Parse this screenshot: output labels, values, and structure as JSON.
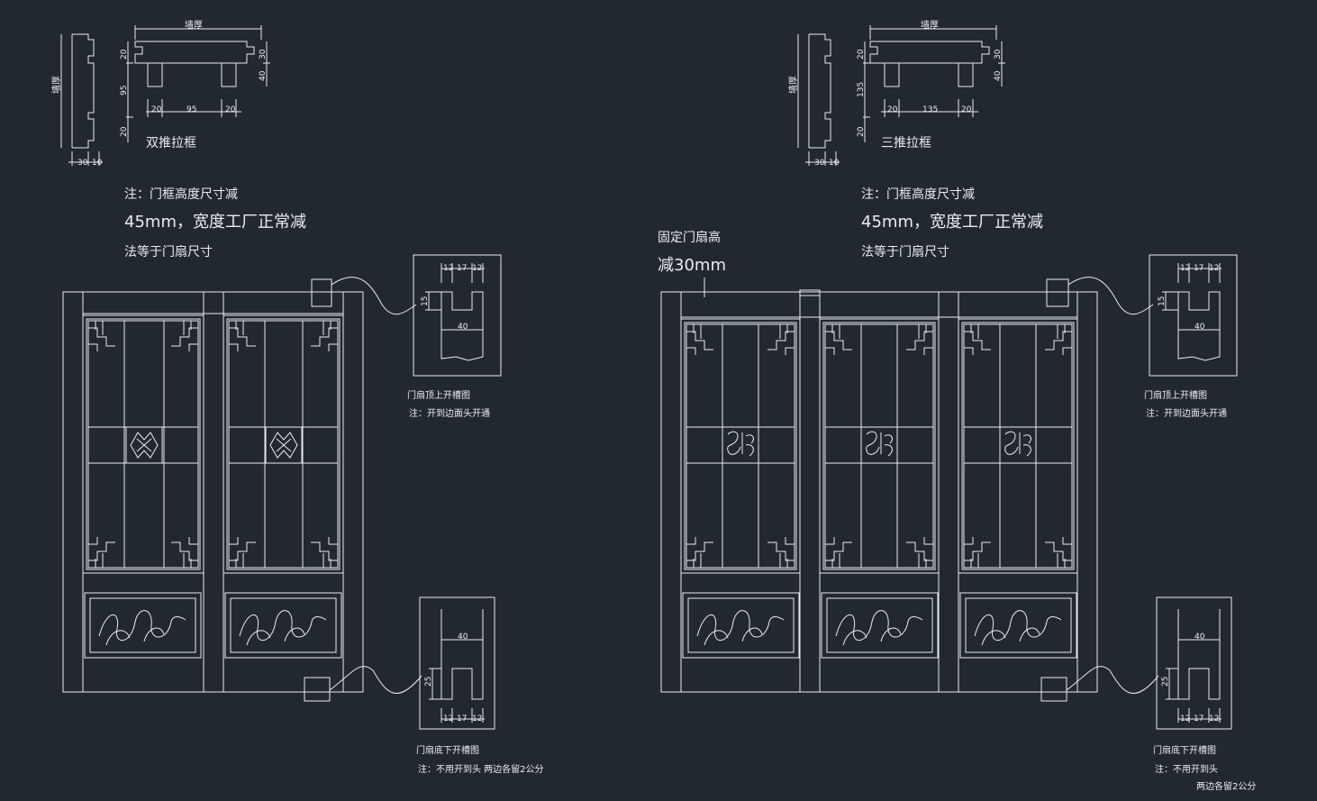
{
  "colors": {
    "background": "#212830",
    "line": "#e9edf0"
  },
  "left": {
    "section": {
      "width_label": "墙厚",
      "thick_label": "墙厚",
      "d1": "20",
      "d2": "95",
      "d3": "20",
      "h1": "30",
      "h2": "40",
      "b1": "20",
      "b2": "95",
      "b3": "20",
      "side1": "30",
      "side2": "10",
      "caption": "双推拉框"
    },
    "note": {
      "l1": "注：门框高度尺寸减",
      "l2": "45mm，宽度工厂正常减",
      "l3": "法等于门扇尺寸"
    },
    "top_groove": {
      "dims": [
        "12",
        "17",
        "12"
      ],
      "depth": "15",
      "width": "40",
      "caption": "门扇顶上开槽图",
      "note": "注：开到边面头开通"
    },
    "bottom_groove": {
      "dims": [
        "12",
        "17",
        "12"
      ],
      "depth": "25",
      "width": "40",
      "caption": "门扇底下开槽图",
      "note": "注：不用开到头 两边各留2公分"
    }
  },
  "right": {
    "section": {
      "width_label": "墙厚",
      "thick_label": "墙厚",
      "d1": "20",
      "d2": "135",
      "d3": "20",
      "h1": "30",
      "h2": "40",
      "b1": "20",
      "b2": "135",
      "b3": "20",
      "side1": "30",
      "side2": "10",
      "caption": "三推拉框"
    },
    "note": {
      "l1": "注：门框高度尺寸减",
      "l2": "45mm，宽度工厂正常减",
      "l3": "法等于门扇尺寸"
    },
    "fixed_note": {
      "l1": "固定门扇高",
      "l2": "减30mm"
    },
    "top_groove": {
      "dims": [
        "12",
        "17",
        "12"
      ],
      "depth": "15",
      "width": "40",
      "caption": "门扇顶上开槽图",
      "note": "注：开到边面头开通"
    },
    "bottom_groove": {
      "dims": [
        "12",
        "17",
        "12"
      ],
      "depth": "25",
      "width": "40",
      "caption": "门扇底下开槽图",
      "note": "注：不用开到头",
      "note2": "两边各留2公分"
    }
  }
}
